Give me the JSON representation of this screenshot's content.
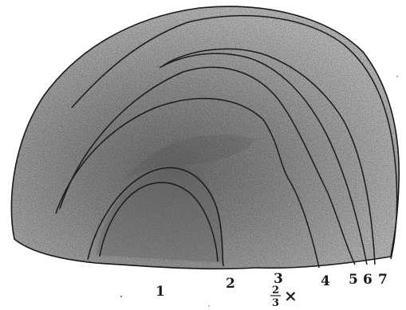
{
  "figure": {
    "ring_labels": [
      "1",
      "2",
      "3",
      "4",
      "5",
      "6",
      "7"
    ],
    "scale": {
      "numerator": "2",
      "denominator": "3",
      "symbol": "×"
    },
    "colors": {
      "ink": "#1a1a1a",
      "fill": "#9a9a9a",
      "dark_core": "#6b6b6b",
      "background": "#ffffff"
    }
  }
}
